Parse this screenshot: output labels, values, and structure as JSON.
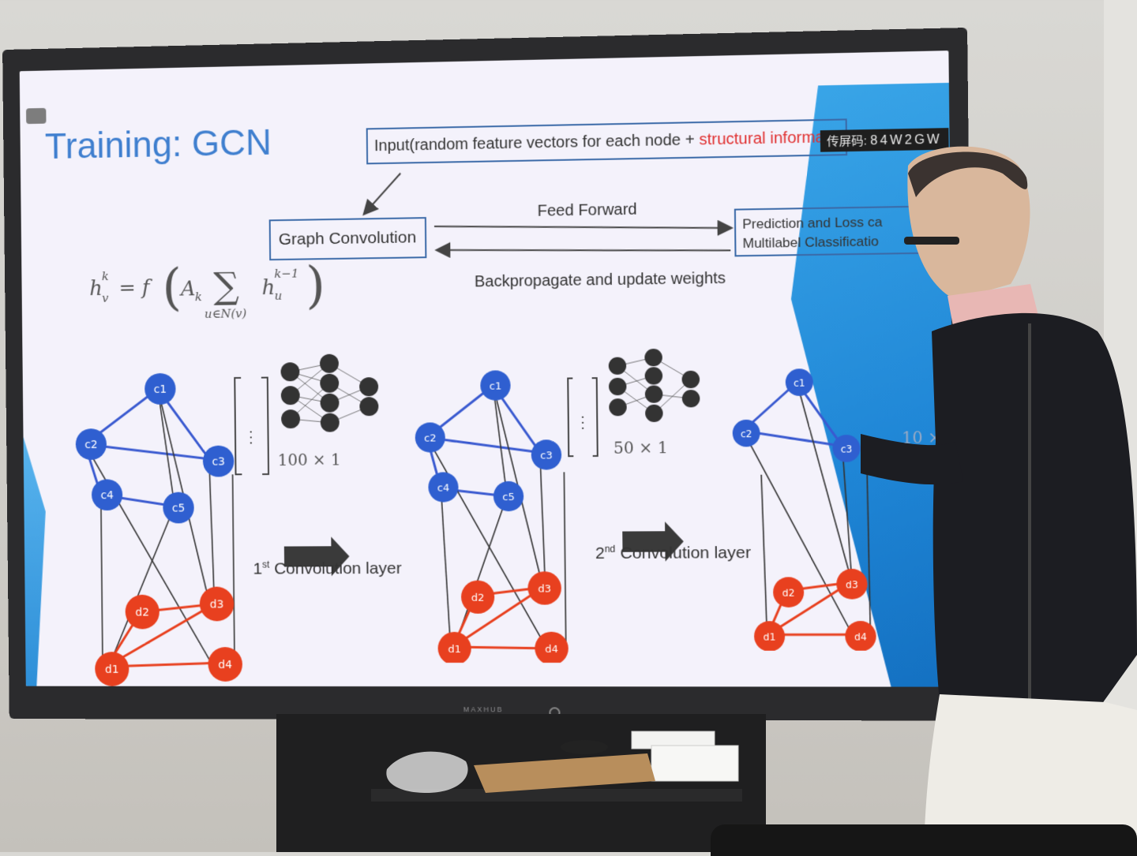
{
  "slide": {
    "title": "Training: GCN",
    "input_box": {
      "text_prefix": "Input(random feature vectors for each node + ",
      "highlight": "structural information",
      "suffix": ")"
    },
    "graph_conv_label": "Graph Convolution",
    "feed_forward_label": "Feed Forward",
    "backprop_label": "Backpropagate and update weights",
    "prediction_line1": "Prediction and Loss ca",
    "prediction_line2": "Multilabel Classificatio",
    "formula": {
      "lhs": "h",
      "lhs_sup": "k",
      "lhs_sub": "v",
      "eq": "= f",
      "A": "A",
      "A_sub": "k",
      "sum_sub": "u∈N(v)",
      "h_sup": "k−1",
      "h_sub": "u"
    },
    "layer1_dims": "100 × 1",
    "layer2_dims": "50 × 1",
    "layer3_dims": "10 × 1",
    "layer1_label": "Convolution layer",
    "layer1_ordinal": "1",
    "layer1_sup": "st",
    "layer2_label": "Convolution layer",
    "layer2_ordinal": "2",
    "layer2_sup": "nd",
    "matrix_dots": "⋮",
    "code_label": "传屏码:",
    "code_value": "84W2GW",
    "nodes_c": [
      "c1",
      "c2",
      "c3",
      "c4",
      "c5"
    ],
    "nodes_d": [
      "d2",
      "d3",
      "d1",
      "d4"
    ]
  },
  "device": {
    "brand": "MAXHUB"
  },
  "colors": {
    "title_blue": "#3f7fcf",
    "node_blue": "#2f5fd0",
    "node_red": "#e8401f",
    "highlight_red": "#e03030"
  }
}
